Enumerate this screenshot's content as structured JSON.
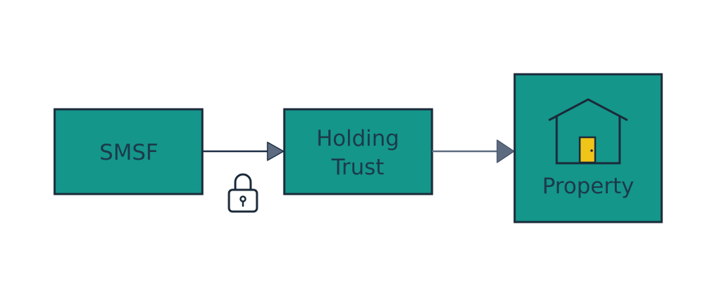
{
  "diagram": {
    "nodes": [
      {
        "id": "smsf",
        "label": "SMSF"
      },
      {
        "id": "holding-trust",
        "label_lines": [
          "Holding",
          "Trust"
        ]
      },
      {
        "id": "property",
        "label": "Property"
      }
    ],
    "edges": [
      {
        "from": "smsf",
        "to": "holding-trust",
        "icon": "padlock-icon"
      },
      {
        "from": "holding-trust",
        "to": "property"
      }
    ],
    "colors": {
      "node_fill": "#14968a",
      "node_stroke": "#1b2a3a",
      "text": "#1c3a4a",
      "arrow_dark": "#1d2f44",
      "arrow_light": "#5d6b80",
      "door": "#f0c419"
    }
  }
}
